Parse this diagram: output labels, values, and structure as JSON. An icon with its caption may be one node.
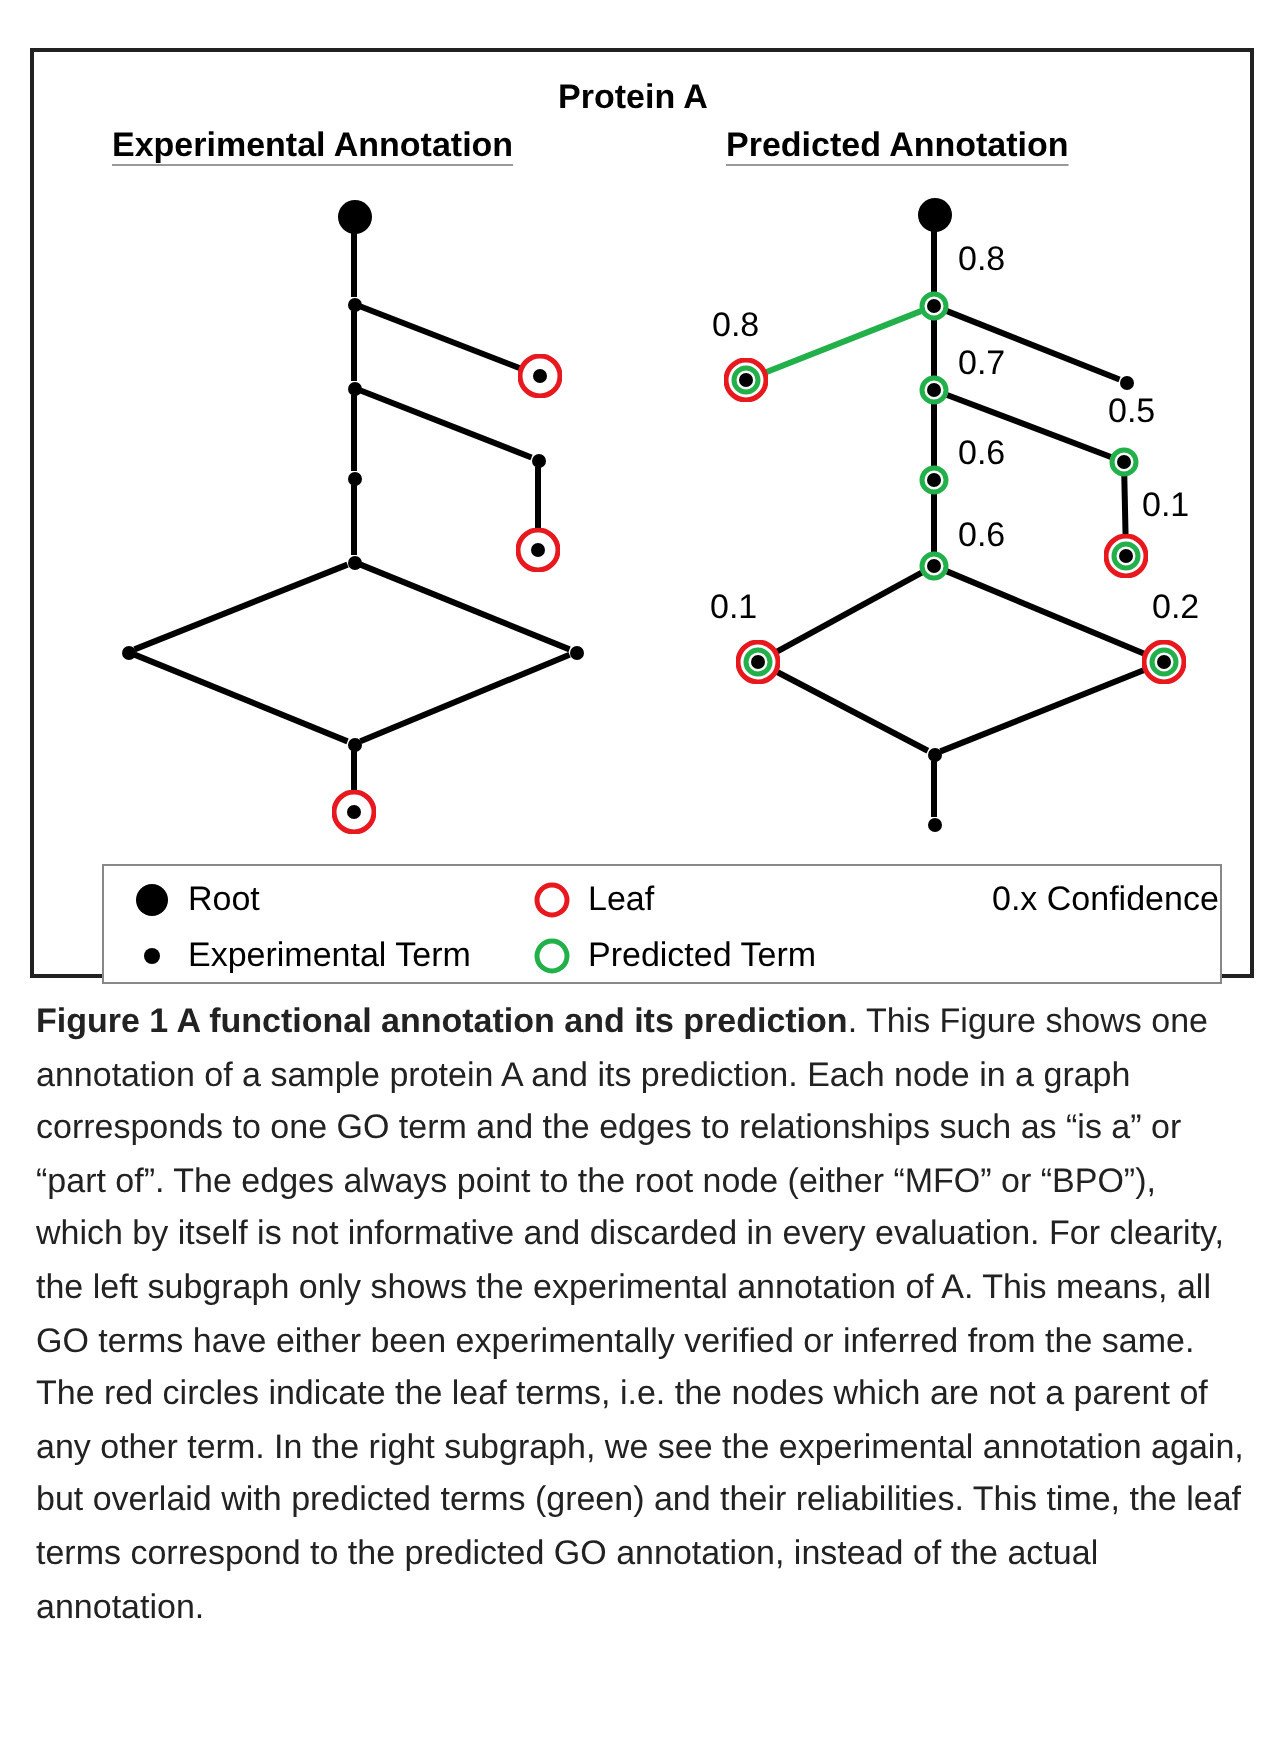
{
  "diagram": {
    "title": "Protein A",
    "caption": "**Figure 1 A functional annotation and its prediction**. This Figure shows one annotation of a sample protein A and its prediction. Each node in a graph corresponds to one GO term and the edges to relationships such as “is a” or “part of”. The edges always point to the root node (either “MFO” or “BPO”), which by itself is not informative and discarded in every evaluation. For clearity, the left subgraph only shows the experimental annotation of A. This means, all GO terms have either been experimentally verified or inferred from the same. The red circles indicate the leaf terms, i.e. the nodes which are not a parent of any other term. In the right subgraph, we see the experimental annotation again, but overlaid with predicted terms (green) and their reliabilities. This time, the leaf terms correspond to the predicted GO annotation, instead of the actual annotation.",
    "nodes": [
      {
        "text": [],
        "shape": "circle"
      },
      {
        "text": [],
        "shape": "dot"
      },
      {
        "text": [],
        "shape": "dot"
      },
      {
        "text": [],
        "shape": "dot"
      },
      {
        "text": [],
        "shape": "dot"
      },
      {
        "text": [],
        "shape": "ring"
      },
      {
        "text": [],
        "shape": "dot"
      },
      {
        "text": [],
        "shape": "ring"
      },
      {
        "text": [],
        "shape": "dot"
      },
      {
        "text": [],
        "shape": "dot"
      },
      {
        "text": [],
        "shape": "dot"
      },
      {
        "text": [],
        "shape": "ring"
      },
      {
        "text": [],
        "shape": "circle"
      },
      {
        "text": [],
        "shape": "halo",
        "beside": [
          "0.8"
        ]
      },
      {
        "text": [],
        "shape": "target",
        "beside": [
          "0.8"
        ]
      },
      {
        "text": [],
        "shape": "dot"
      },
      {
        "text": [],
        "shape": "halo",
        "beside": [
          "0.7"
        ]
      },
      {
        "text": [],
        "shape": "halo",
        "beside": [
          "0.5"
        ]
      },
      {
        "text": [],
        "shape": "target",
        "beside": [
          "0.1"
        ]
      },
      {
        "text": [],
        "shape": "halo",
        "beside": [
          "0.6"
        ]
      },
      {
        "text": [],
        "shape": "halo",
        "beside": [
          "0.6"
        ]
      },
      {
        "text": [],
        "shape": "target",
        "beside": [
          "0.1"
        ]
      },
      {
        "text": [],
        "shape": "target",
        "beside": [
          "0.2"
        ]
      },
      {
        "text": [],
        "shape": "dot"
      },
      {
        "text": [],
        "shape": "dot"
      }
    ],
    "edges": [
      {
        "from": 1,
        "to": 0,
        "arrow": "none"
      },
      {
        "from": 2,
        "to": 1,
        "arrow": "none"
      },
      {
        "from": 3,
        "to": 2,
        "arrow": "none"
      },
      {
        "from": 4,
        "to": 3,
        "arrow": "none"
      },
      {
        "from": 5,
        "to": 1,
        "arrow": "none"
      },
      {
        "from": 6,
        "to": 2,
        "arrow": "none"
      },
      {
        "from": 7,
        "to": 6,
        "arrow": "none"
      },
      {
        "from": 8,
        "to": 4,
        "arrow": "none"
      },
      {
        "from": 9,
        "to": 4,
        "arrow": "none"
      },
      {
        "from": 10,
        "to": 8,
        "arrow": "none"
      },
      {
        "from": 10,
        "to": 9,
        "arrow": "none"
      },
      {
        "from": 11,
        "to": 10,
        "arrow": "none"
      },
      {
        "from": 13,
        "to": 12,
        "arrow": "none"
      },
      {
        "from": 14,
        "to": 13,
        "arrow": "none",
        "color": "#22b04a"
      },
      {
        "from": 15,
        "to": 13,
        "arrow": "none"
      },
      {
        "from": 16,
        "to": 13,
        "arrow": "none"
      },
      {
        "from": 17,
        "to": 16,
        "arrow": "none"
      },
      {
        "from": 18,
        "to": 17,
        "arrow": "none"
      },
      {
        "from": 19,
        "to": 16,
        "arrow": "none"
      },
      {
        "from": 20,
        "to": 19,
        "arrow": "none"
      },
      {
        "from": 21,
        "to": 20,
        "arrow": "none"
      },
      {
        "from": 22,
        "to": 20,
        "arrow": "none"
      },
      {
        "from": 23,
        "to": 21,
        "arrow": "none"
      },
      {
        "from": 23,
        "to": 22,
        "arrow": "none"
      },
      {
        "from": 24,
        "to": 23,
        "arrow": "none"
      }
    ],
    "labels": [
      "Experimental Annotation",
      "Predicted Annotation"
    ],
    "legend": [
      {
        "text": "Root"
      },
      {
        "text": "Leaf"
      },
      {
        "text": "0.x Confidence"
      },
      {
        "text": "Experimental Term"
      },
      {
        "text": "Predicted Term"
      }
    ]
  }
}
